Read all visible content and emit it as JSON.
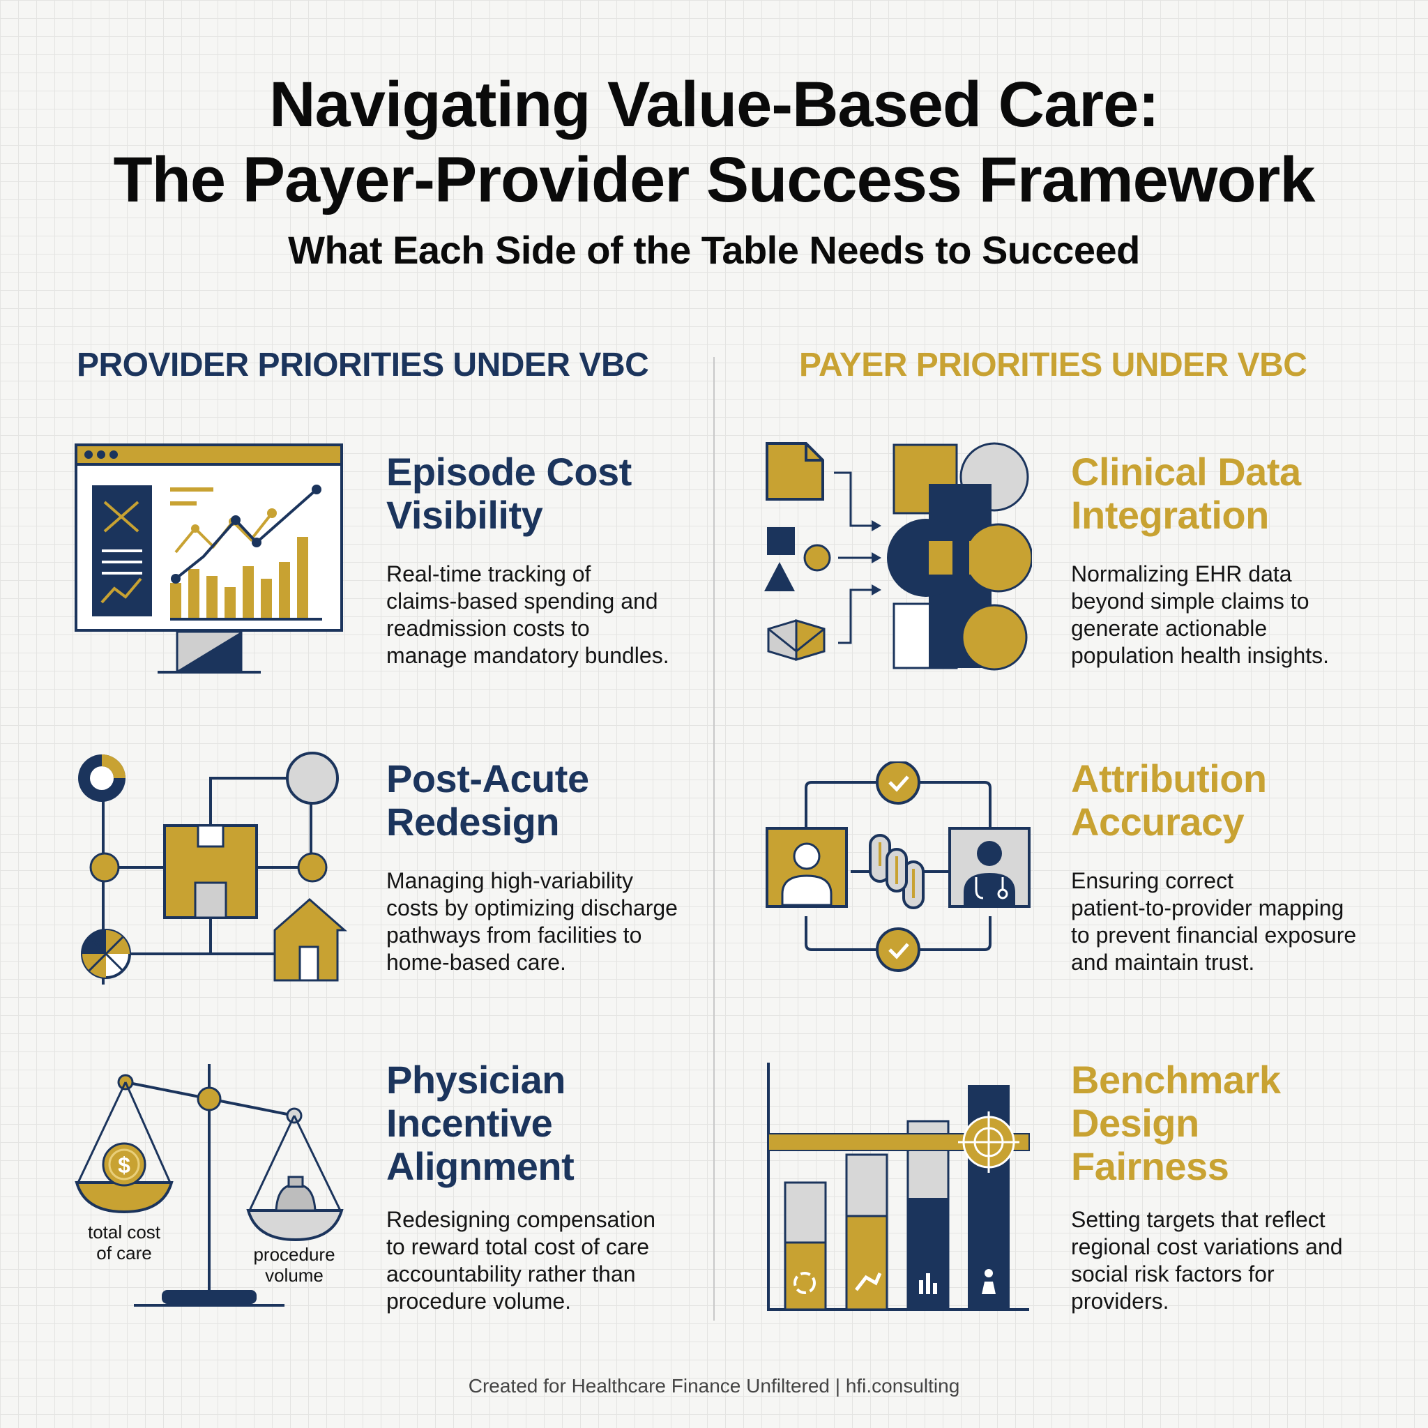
{
  "header": {
    "title_line1": "Navigating Value-Based Care:",
    "title_line2": "The Payer-Provider Success Framework",
    "subtitle": "What Each Side of the Table Needs to Succeed"
  },
  "columns": {
    "provider_heading": "PROVIDER PRIORITIES UNDER VBC",
    "payer_heading": "PAYER PRIORITIES UNDER VBC"
  },
  "provider_cards": [
    {
      "title": "Episode Cost\nVisibility",
      "description": "Real-time tracking of\nclaims-based spending and\nreadmission costs to\nmanage mandatory bundles.",
      "icon": "dashboard-monitor-icon"
    },
    {
      "title": "Post-Acute\nRedesign",
      "description": "Managing high-variability\ncosts by optimizing discharge\npathways from facilities to\nhome-based care.",
      "icon": "care-pathway-network-icon"
    },
    {
      "title": "Physician\nIncentive\nAlignment",
      "description": "Redesigning compensation\nto reward total cost of care\naccountability rather than\nprocedure volume.",
      "icon": "balance-scale-icon",
      "icon_labels": {
        "left_line1": "total cost",
        "left_line2": "of care",
        "right_line1": "procedure",
        "right_line2": "volume",
        "coin_symbol": "$"
      }
    }
  ],
  "payer_cards": [
    {
      "title": "Clinical Data\nIntegration",
      "description": "Normalizing EHR data\nbeyond simple claims to\ngenerate actionable\npopulation health insights.",
      "icon": "data-integration-icon"
    },
    {
      "title": "Attribution\nAccuracy",
      "description": "Ensuring correct\npatient-to-provider mapping\nto prevent financial exposure\nand maintain trust.",
      "icon": "patient-provider-link-icon"
    },
    {
      "title": "Benchmark\nDesign\nFairness",
      "description": "Setting targets that reflect\nregional cost variations and\nsocial risk factors for\nproviders.",
      "icon": "benchmark-target-chart-icon"
    }
  ],
  "footer": {
    "text": "Created for Healthcare Finance Unfiltered | hfi.consulting"
  },
  "colors": {
    "navy": "#1b345c",
    "gold": "#c8a232",
    "gray": "#d7d7d7",
    "background": "#f6f6f4"
  }
}
